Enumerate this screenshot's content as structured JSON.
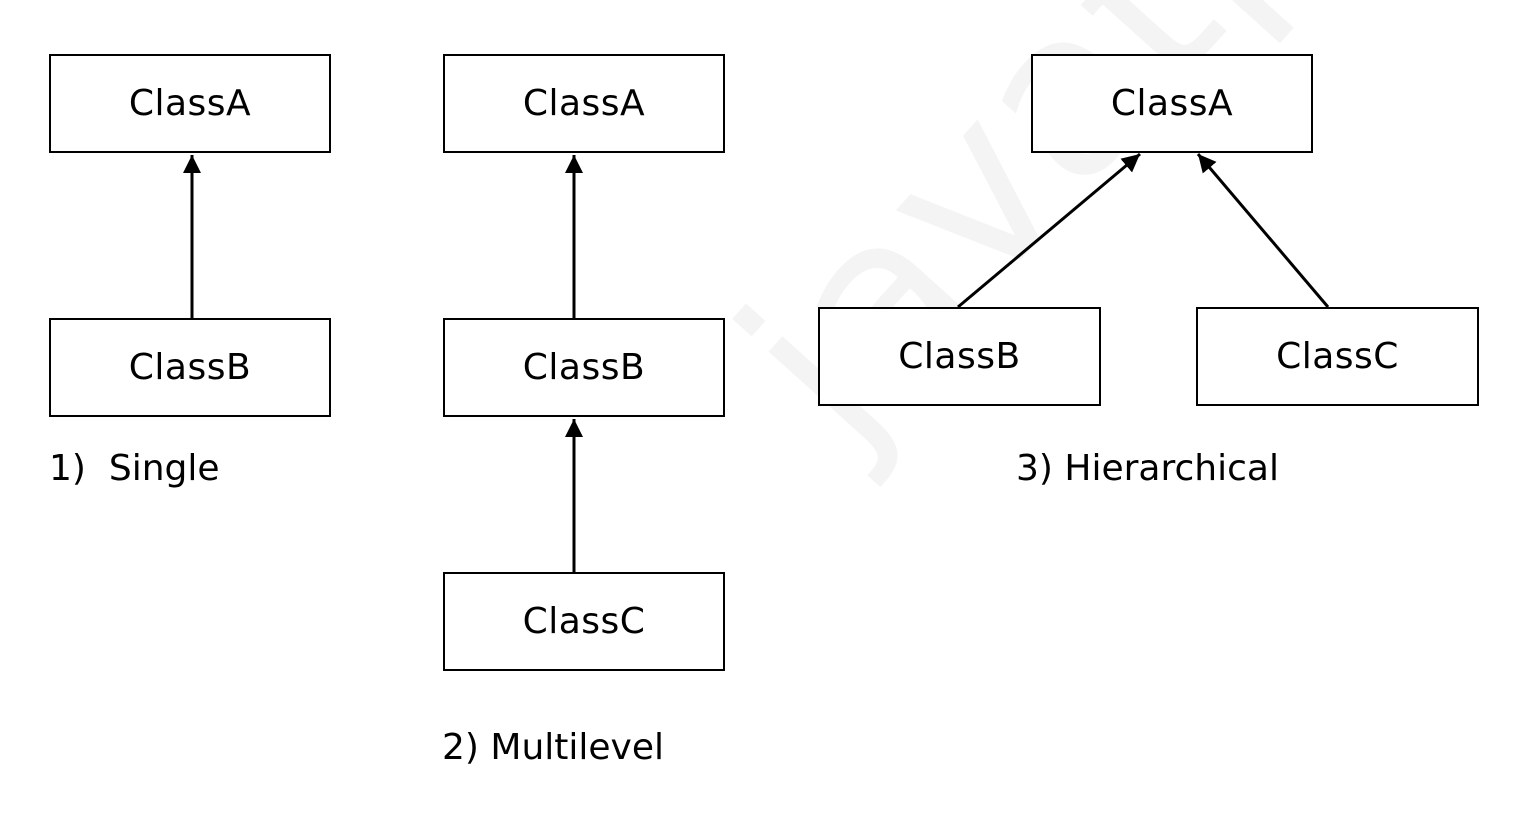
{
  "watermark": "javatpoint",
  "single": {
    "caption": "1)  Single",
    "class_a": "ClassA",
    "class_b": "ClassB"
  },
  "multilevel": {
    "caption": "2) Multilevel",
    "class_a": "ClassA",
    "class_b": "ClassB",
    "class_c": "ClassC"
  },
  "hierarchical": {
    "caption": "3) Hierarchical",
    "class_a": "ClassA",
    "class_b": "ClassB",
    "class_c": "ClassC"
  },
  "colors": {
    "line": "#000000",
    "box_border": "#000000",
    "background": "#ffffff"
  }
}
